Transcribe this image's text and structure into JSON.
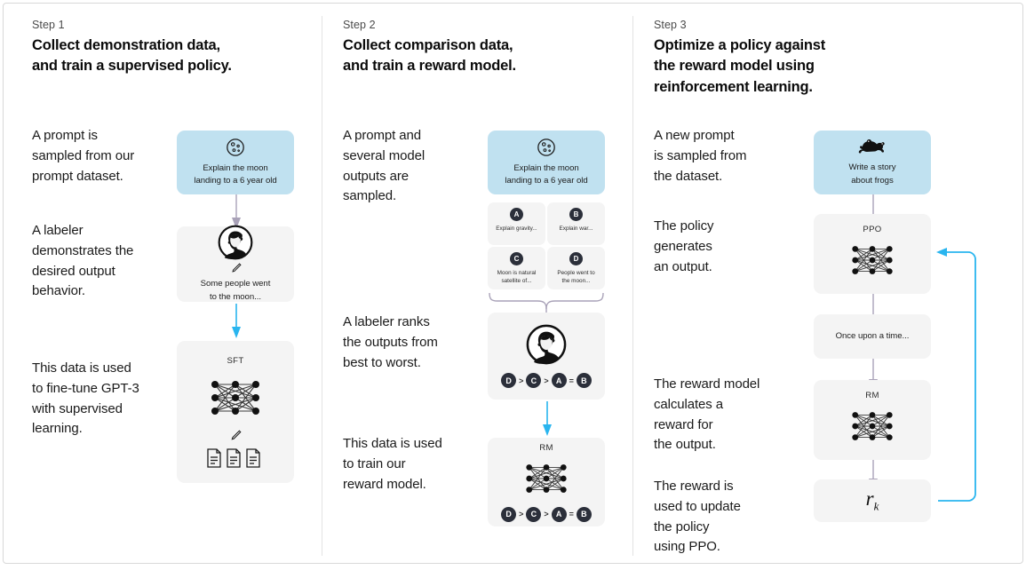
{
  "palette": {
    "prompt_card_blue": "#c0e1f0",
    "neutral_card_gray": "#f4f4f4",
    "gray_arrow": "#a9a2b8",
    "blue_arrow": "#29b5ef",
    "badge_dark": "#2b2f3a",
    "divider": "#e3e3e3",
    "text_primary": "#1a1a1a"
  },
  "columns": [
    {
      "step_label": "Step 1",
      "title_lines": [
        "Collect demonstration data,",
        "and train a supervised policy."
      ],
      "paragraphs": [
        "A prompt is\nsampled from our\nprompt dataset.",
        "A labeler\ndemonstrates the\ndesired output\nbehavior.",
        "This data is used\nto fine-tune GPT-3\nwith supervised\nlearning."
      ],
      "cards": {
        "prompt": {
          "icon": "moon-icon",
          "text": "Explain the moon\nlanding to a 6 year old"
        },
        "labeler": {
          "icon": "labeler-person-icon",
          "pencil": "pencil-icon",
          "text": "Some people went\nto the moon..."
        },
        "model": {
          "title": "SFT",
          "icon": "neural-network-icon",
          "pencil": "pencil-icon",
          "docs": "documents-icon"
        }
      }
    },
    {
      "step_label": "Step 2",
      "title_lines": [
        "Collect comparison data,",
        "and train a reward model."
      ],
      "paragraphs": [
        "A prompt and\nseveral model\noutputs are\nsampled.",
        "A labeler ranks\nthe outputs from\nbest to worst.",
        "This data is used\nto train our\nreward model."
      ],
      "cards": {
        "prompt": {
          "icon": "moon-icon",
          "text": "Explain the moon\nlanding to a 6 year old"
        },
        "outputs": [
          {
            "badge": "A",
            "text": "Explain gravity..."
          },
          {
            "badge": "B",
            "text": "Explain war..."
          },
          {
            "badge": "C",
            "text": "Moon is natural\nsatellite of..."
          },
          {
            "badge": "D",
            "text": "People went to\nthe moon..."
          }
        ],
        "ranking": {
          "icon": "labeler-person-icon",
          "order": [
            "D",
            ">",
            "C",
            ">",
            "A",
            "=",
            "B"
          ]
        },
        "reward_model": {
          "title": "RM",
          "icon": "neural-network-icon",
          "order": [
            "D",
            ">",
            "C",
            ">",
            "A",
            "=",
            "B"
          ]
        }
      }
    },
    {
      "step_label": "Step 3",
      "title_lines": [
        "Optimize a policy against",
        "the reward model using",
        "reinforcement learning."
      ],
      "paragraphs": [
        "A new prompt\nis sampled from\nthe dataset.",
        "The policy\ngenerates\nan output.",
        "The reward model\ncalculates a\nreward for\nthe output.",
        "The reward is\nused to update\nthe policy\nusing PPO."
      ],
      "cards": {
        "prompt": {
          "icon": "frog-icon",
          "text": "Write a story\nabout frogs"
        },
        "policy": {
          "title": "PPO",
          "icon": "neural-network-icon"
        },
        "output": {
          "text": "Once upon a time..."
        },
        "reward_model": {
          "title": "RM",
          "icon": "neural-network-icon"
        },
        "reward": {
          "symbol": "r",
          "subscript": "k"
        }
      }
    }
  ]
}
